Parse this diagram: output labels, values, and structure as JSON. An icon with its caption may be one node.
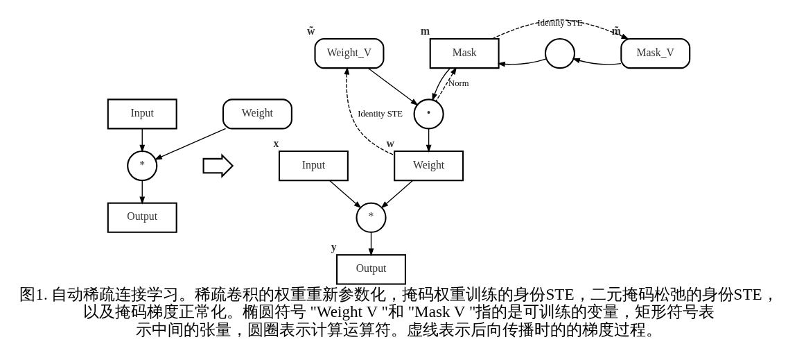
{
  "diagram": {
    "caption": "图1. 自动稀疏连接学习。稀疏卷积的权重重新参数化，掩码权重训练的身份STE，二元掩码松弛的身份STE，以及掩码梯度正常化。椭圆符号 \"Weight V \"和 \"Mask V \"指的是可训练的变量，矩形符号表示中间的张量，圆圈表示计算运算符。虚线表示后向传播时的的梯度过程。",
    "nodes": [
      {
        "text": [
          "Input"
        ]
      },
      {
        "text": [
          "Weight"
        ]
      },
      {
        "text": [
          "*"
        ]
      },
      {
        "text": [
          "Output"
        ]
      },
      {
        "text": [],
        "shape": "arrow"
      },
      {
        "text": [
          "Weight_V"
        ],
        "beside": [
          "w̃"
        ]
      },
      {
        "text": [
          "Mask"
        ],
        "beside": [
          "m"
        ]
      },
      {
        "text": [],
        "shape": "circle"
      },
      {
        "text": [
          "Mask_V"
        ],
        "beside": [
          "m̃"
        ]
      },
      {
        "text": [
          "•"
        ]
      },
      {
        "text": [
          "Input"
        ],
        "beside": [
          "x"
        ]
      },
      {
        "text": [
          "Weight"
        ],
        "beside": [
          "w"
        ]
      },
      {
        "text": [
          "*"
        ]
      },
      {
        "text": [
          "Output"
        ],
        "beside": [
          "y"
        ]
      }
    ],
    "edges": [
      {
        "from": 0,
        "to": 2,
        "arrow": "to"
      },
      {
        "from": 1,
        "to": 2,
        "arrow": "to"
      },
      {
        "from": 2,
        "to": 3,
        "arrow": "to"
      },
      {
        "from": 5,
        "to": 9,
        "arrow": "to"
      },
      {
        "from": 6,
        "to": 9,
        "arrow": "to"
      },
      {
        "from": 8,
        "to": 7,
        "arrow": "to"
      },
      {
        "from": 7,
        "to": 6,
        "arrow": "to"
      },
      {
        "from": 9,
        "to": 11,
        "arrow": "to"
      },
      {
        "from": 11,
        "to": 5,
        "arrow": "to",
        "style": "dashed",
        "label": "Identity STE"
      },
      {
        "from": 9,
        "to": 6,
        "arrow": "to",
        "style": "dashed",
        "label": "Norm"
      },
      {
        "from": 6,
        "to": 8,
        "arrow": "to",
        "style": "dashed",
        "label": "Identity STE"
      },
      {
        "from": 10,
        "to": 12,
        "arrow": "to"
      },
      {
        "from": 11,
        "to": 12,
        "arrow": "to"
      },
      {
        "from": 12,
        "to": 13,
        "arrow": "to"
      }
    ]
  }
}
